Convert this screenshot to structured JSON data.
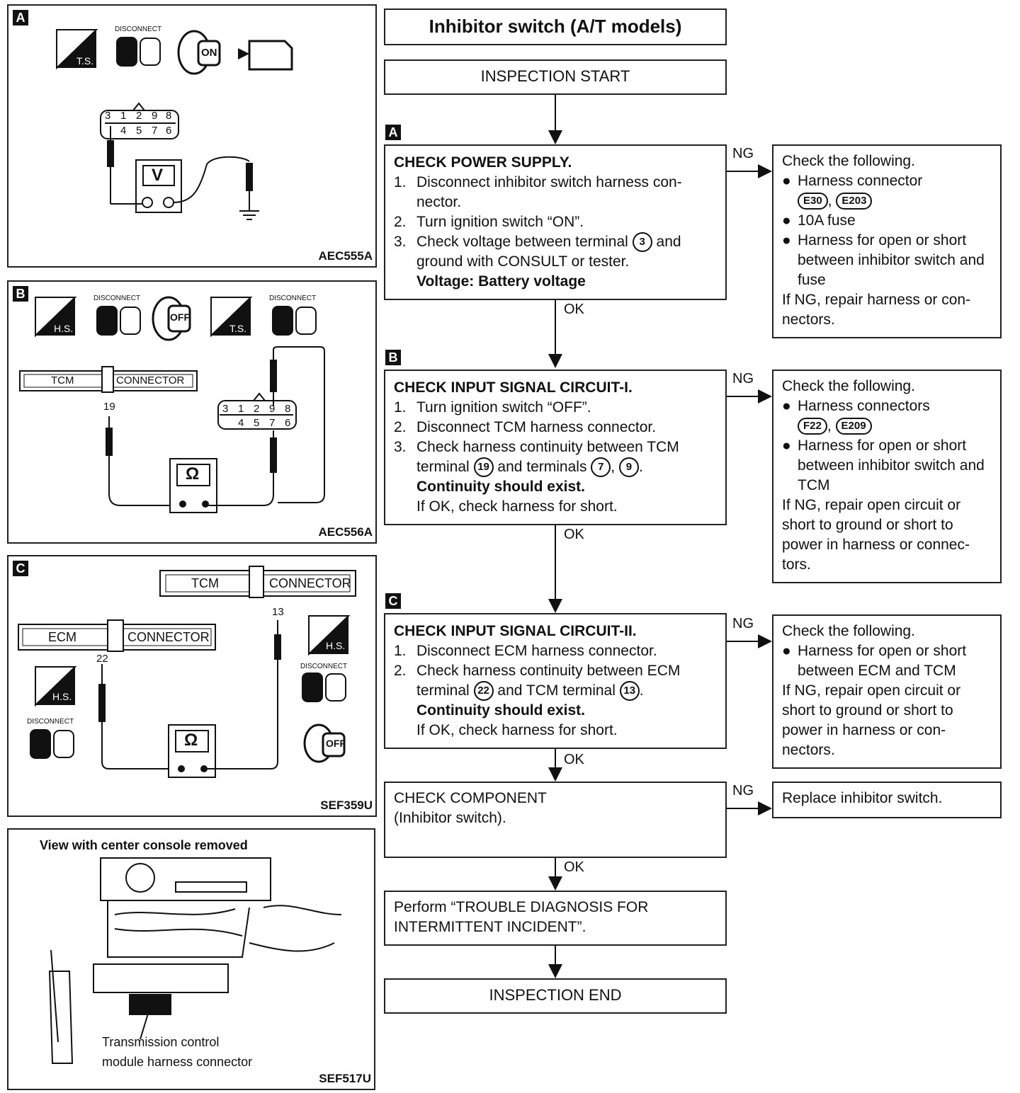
{
  "title": "Inhibitor switch (A/T models)",
  "start": "INSPECTION START",
  "end": "INSPECTION END",
  "edge_labels": {
    "ok": "OK",
    "ng": "NG"
  },
  "step_a": {
    "letter": "A",
    "title": "CHECK POWER SUPPLY.",
    "items": [
      {
        "n": "1.",
        "text": "Disconnect inhibitor switch harness con-nector."
      },
      {
        "n": "2.",
        "text": "Turn ignition switch “ON”."
      },
      {
        "n": "3.",
        "text_before": "Check voltage between terminal",
        "terminal": "3",
        "text_after": "and ground with CONSULT or tester."
      }
    ],
    "bold_note": "Voltage: Battery voltage",
    "ng": {
      "head": "Check the following.",
      "bullets": [
        "Harness connector",
        "10A fuse",
        "Harness for open or short between inhibitor switch and fuse"
      ],
      "connectors": [
        "E30",
        "E203"
      ],
      "footer": "If NG, repair harness or con-nectors."
    }
  },
  "step_b": {
    "letter": "B",
    "title": "CHECK INPUT SIGNAL CIRCUIT-I.",
    "items": [
      {
        "n": "1.",
        "text": "Turn ignition switch “OFF”."
      },
      {
        "n": "2.",
        "text": "Disconnect TCM harness connector."
      },
      {
        "n": "3.",
        "text_before": "Check harness continuity between TCM terminal",
        "terminal": "19",
        "text_mid": "and terminals",
        "terminal2": "7",
        "terminal3": "9"
      }
    ],
    "bold_note": "Continuity should exist.",
    "after_note": "If OK, check harness for short.",
    "ng": {
      "head": "Check the following.",
      "bullets": [
        "Harness connectors",
        "Harness for open or short between inhibitor switch and TCM"
      ],
      "connectors": [
        "F22",
        "E209"
      ],
      "footer": "If NG, repair open circuit or short to ground or short to power in harness or connec-tors."
    }
  },
  "step_c": {
    "letter": "C",
    "title": "CHECK INPUT SIGNAL CIRCUIT-II.",
    "items": [
      {
        "n": "1.",
        "text": "Disconnect ECM harness connector."
      },
      {
        "n": "2.",
        "text_before": "Check harness continuity between ECM terminal",
        "terminal": "22",
        "text_mid": "and TCM terminal",
        "terminal2": "13"
      }
    ],
    "bold_note": "Continuity should exist.",
    "after_note": "If OK, check harness for short.",
    "ng": {
      "head": "Check the following.",
      "bullets": [
        "Harness for open or short between ECM and TCM"
      ],
      "footer": "If NG, repair open circuit or short to ground or short to power in harness or con-nectors."
    }
  },
  "step_component": {
    "line1": "CHECK COMPONENT",
    "line2": "(Inhibitor switch).",
    "ng": "Replace inhibitor switch."
  },
  "step_perform": "Perform “TROUBLE DIAGNOSIS FOR INTERMITTENT INCIDENT”.",
  "panels": {
    "a": {
      "letter": "A",
      "code": "AEC555A",
      "disconnect": "DISCONNECT",
      "ts": "T.S.",
      "on": "ON",
      "meter": "V",
      "pins_top": [
        "3",
        "1",
        "2",
        "9",
        "8"
      ],
      "pins_bottom": [
        "4",
        "5",
        "7",
        "6"
      ]
    },
    "b": {
      "letter": "B",
      "code": "AEC556A",
      "disconnect": "DISCONNECT",
      "hs": "H.S.",
      "ts": "T.S.",
      "off": "OFF",
      "tcm": "TCM",
      "connector": "CONNECTOR",
      "pin": "19",
      "meter": "Ω",
      "pins_top": [
        "3",
        "1",
        "2",
        "9",
        "8"
      ],
      "pins_bottom": [
        "4",
        "5",
        "7",
        "6"
      ]
    },
    "c": {
      "letter": "C",
      "code": "SEF359U",
      "tcm": "TCM",
      "ecm": "ECM",
      "connector": "CONNECTOR",
      "pin_ecm": "22",
      "pin_tcm": "13",
      "hs": "H.S.",
      "disconnect": "DISCONNECT",
      "off": "OFF",
      "meter": "Ω"
    },
    "d": {
      "code": "SEF517U",
      "caption_top": "View with center console removed",
      "caption_line1": "Transmission control",
      "caption_line2": "module harness connector"
    }
  }
}
